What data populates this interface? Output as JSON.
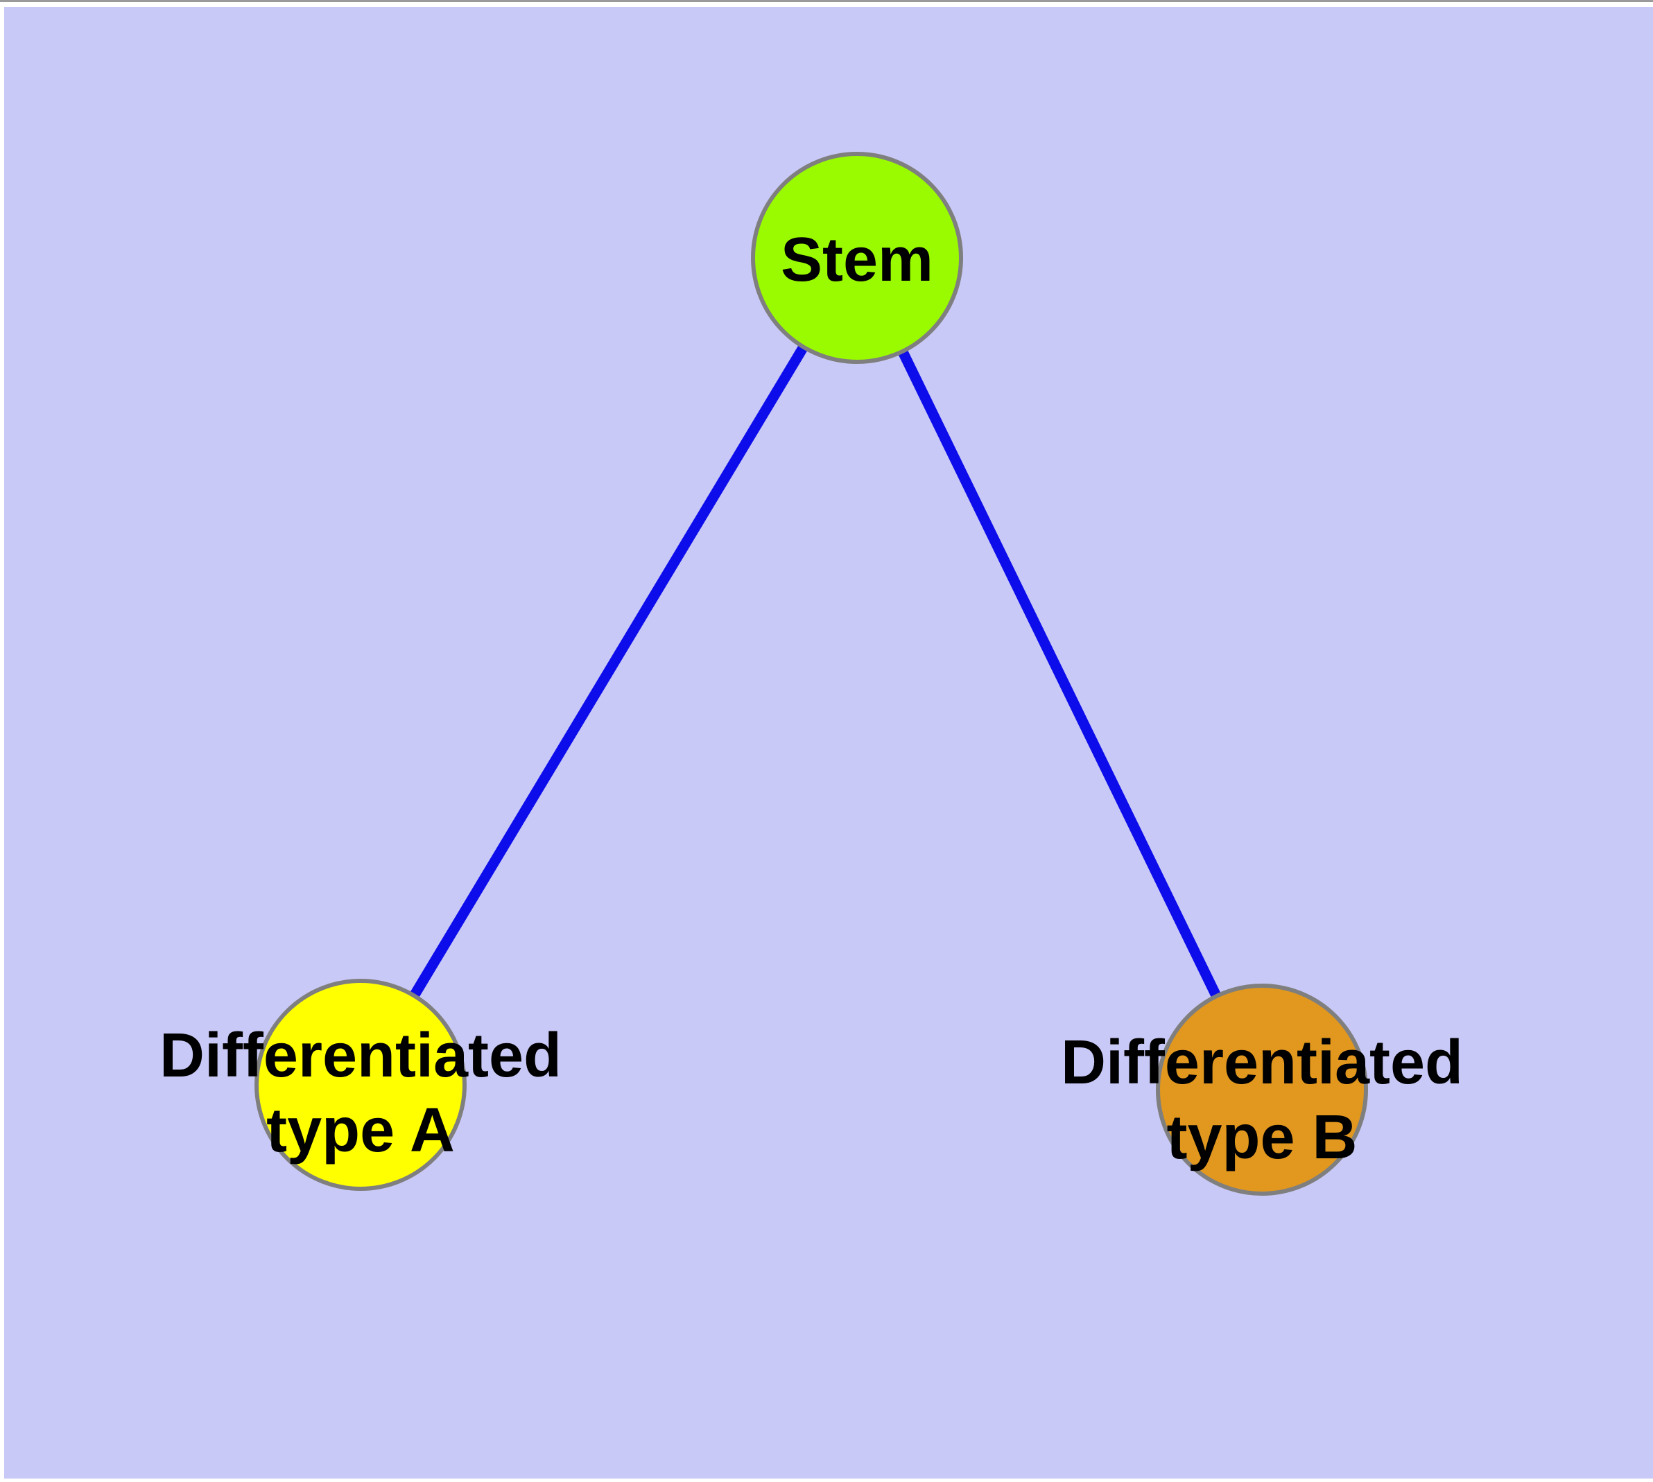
{
  "canvas": {
    "background_color": "#C9C9F7",
    "frame_color": "#FFFFFF",
    "top_edge_line_color": "#9A9A9A",
    "text_color": "#000000"
  },
  "diagram": {
    "nodes": [
      {
        "id": "stem",
        "lines": [
          "Stem"
        ],
        "fill": "#9AFB00",
        "border_color": "#7F7F7F",
        "border_width": 6
      },
      {
        "id": "differentiated-type-a",
        "lines": [
          "Differentiated",
          "type A"
        ],
        "fill": "#FFFF00",
        "border_color": "#7F7F7F",
        "border_width": 6
      },
      {
        "id": "differentiated-type-b",
        "lines": [
          "Differentiated",
          "type B"
        ],
        "fill": "#E2981E",
        "border_color": "#7F7F7F",
        "border_width": 6
      }
    ],
    "edges": [
      {
        "id": "stem-to-type-a",
        "from": "stem",
        "to": "differentiated-type-a",
        "color": "#0D0DEB",
        "width": 15
      },
      {
        "id": "stem-to-type-b",
        "from": "stem",
        "to": "differentiated-type-b",
        "color": "#0D0DEB",
        "width": 15
      }
    ]
  }
}
